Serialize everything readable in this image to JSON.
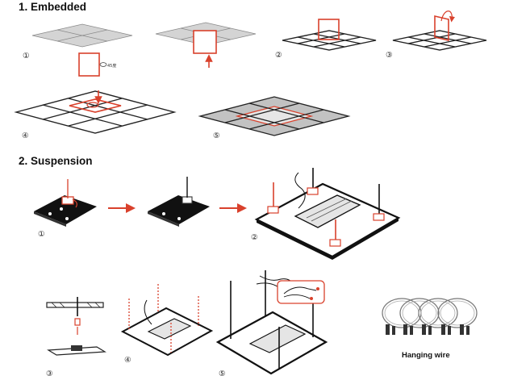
{
  "sections": [
    {
      "heading": "1. Embedded",
      "steps": [
        "①",
        "②",
        "③",
        "④",
        "⑤"
      ],
      "notes": [
        "45度"
      ]
    },
    {
      "heading": "2. Suspension",
      "steps": [
        "①",
        "②",
        "③",
        "④",
        "⑤"
      ],
      "notes": [
        "Hanging wire"
      ]
    }
  ],
  "colors": {
    "accent": "#d9412c",
    "ink": "#222222",
    "ceiling_tile": "#bdbdbd"
  }
}
